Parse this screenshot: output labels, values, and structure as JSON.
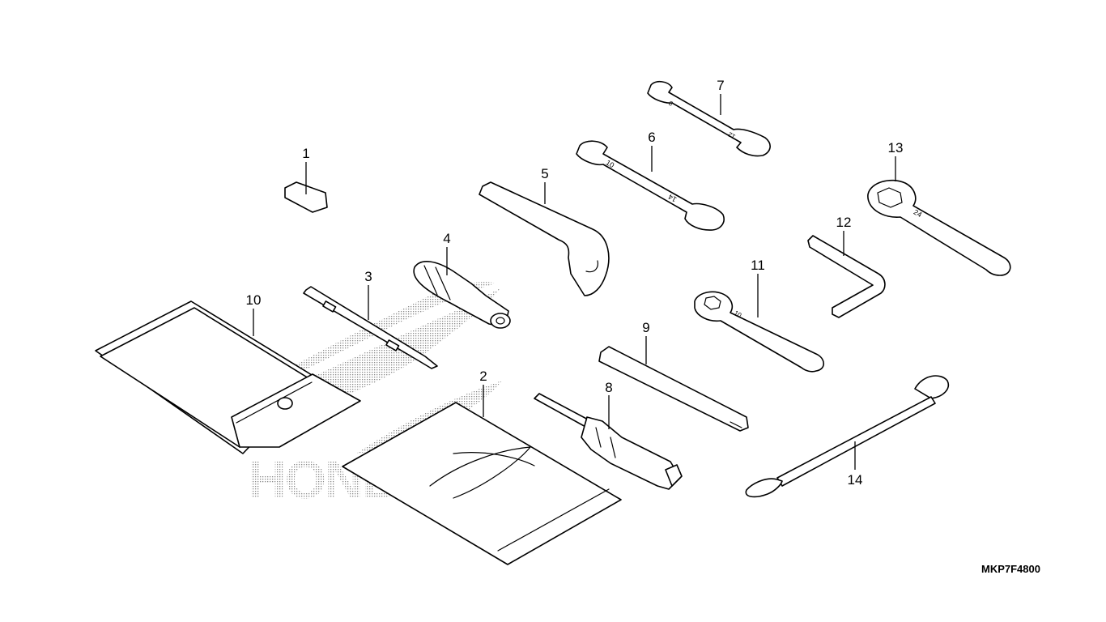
{
  "diagram": {
    "drawing_code": "MKP7F4800",
    "watermark_text": "HONDA",
    "callouts": [
      {
        "id": "1",
        "label": "1",
        "part_icon": "tool-clip-icon"
      },
      {
        "id": "2",
        "label": "2",
        "part_icon": "tool-bag-envelope-icon"
      },
      {
        "id": "3",
        "label": "3",
        "part_icon": "screwdriver-bit-icon"
      },
      {
        "id": "4",
        "label": "4",
        "part_icon": "screwdriver-handle-icon"
      },
      {
        "id": "5",
        "label": "5",
        "part_icon": "pin-spanner-icon"
      },
      {
        "id": "6",
        "label": "6",
        "part_icon": "open-end-wrench-10x14-icon"
      },
      {
        "id": "7",
        "label": "7",
        "part_icon": "open-end-wrench-8x12-icon"
      },
      {
        "id": "8",
        "label": "8",
        "part_icon": "spark-plug-socket-icon"
      },
      {
        "id": "9",
        "label": "9",
        "part_icon": "extension-bar-icon"
      },
      {
        "id": "10",
        "label": "10",
        "part_icon": "tool-pouch-icon"
      },
      {
        "id": "11",
        "label": "11",
        "part_icon": "box-wrench-10-icon"
      },
      {
        "id": "12",
        "label": "12",
        "part_icon": "hex-key-icon"
      },
      {
        "id": "13",
        "label": "13",
        "part_icon": "box-wrench-24-icon"
      },
      {
        "id": "14",
        "label": "14",
        "part_icon": "helmet-holder-cable-icon"
      }
    ],
    "wrench_markings": {
      "w7_a": "8",
      "w7_b": "12",
      "w6_a": "10",
      "w6_b": "14",
      "w11": "10",
      "w13": "24"
    }
  }
}
